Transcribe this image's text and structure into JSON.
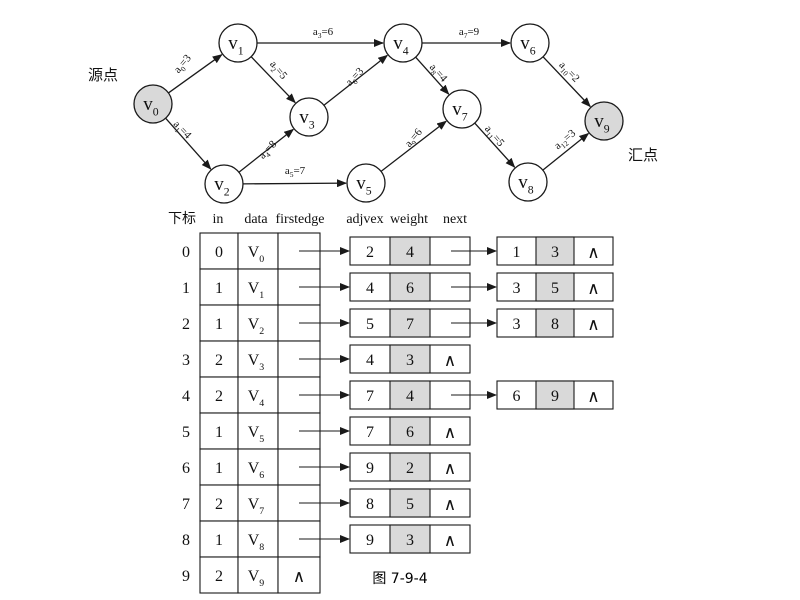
{
  "graph": {
    "source_label": "源点",
    "sink_label": "汇点",
    "vertices": [
      {
        "base": "v",
        "sub": "0",
        "shaded": true
      },
      {
        "base": "v",
        "sub": "1",
        "shaded": false
      },
      {
        "base": "v",
        "sub": "2",
        "shaded": false
      },
      {
        "base": "v",
        "sub": "3",
        "shaded": false
      },
      {
        "base": "v",
        "sub": "4",
        "shaded": false
      },
      {
        "base": "v",
        "sub": "5",
        "shaded": false
      },
      {
        "base": "v",
        "sub": "6",
        "shaded": false
      },
      {
        "base": "v",
        "sub": "7",
        "shaded": false
      },
      {
        "base": "v",
        "sub": "8",
        "shaded": false
      },
      {
        "base": "v",
        "sub": "9",
        "shaded": true
      }
    ],
    "edges": [
      {
        "from": 0,
        "to": 1,
        "name": "a",
        "sub": "0",
        "weight": "3"
      },
      {
        "from": 0,
        "to": 2,
        "name": "a",
        "sub": "1",
        "weight": "4"
      },
      {
        "from": 1,
        "to": 4,
        "name": "a",
        "sub": "3",
        "weight": "6"
      },
      {
        "from": 1,
        "to": 3,
        "name": "a",
        "sub": "2",
        "weight": "5"
      },
      {
        "from": 2,
        "to": 3,
        "name": "a",
        "sub": "4",
        "weight": "8"
      },
      {
        "from": 2,
        "to": 5,
        "name": "a",
        "sub": "5",
        "weight": "7"
      },
      {
        "from": 3,
        "to": 4,
        "name": "a",
        "sub": "6",
        "weight": "3"
      },
      {
        "from": 4,
        "to": 6,
        "name": "a",
        "sub": "7",
        "weight": "9"
      },
      {
        "from": 4,
        "to": 7,
        "name": "a",
        "sub": "8",
        "weight": "4"
      },
      {
        "from": 5,
        "to": 7,
        "name": "a",
        "sub": "9",
        "weight": "6"
      },
      {
        "from": 6,
        "to": 9,
        "name": "a",
        "sub": "10",
        "weight": "2"
      },
      {
        "from": 7,
        "to": 8,
        "name": "a",
        "sub": "11",
        "weight": "5"
      },
      {
        "from": 8,
        "to": 9,
        "name": "a",
        "sub": "12",
        "weight": "3"
      }
    ]
  },
  "table": {
    "headers": [
      "下标",
      "in",
      "data",
      "firstedge",
      "adjvex",
      "weight",
      "next"
    ],
    "null_symbol": "∧",
    "rows": [
      {
        "index": "0",
        "in": "0",
        "data": "V",
        "sub": "0",
        "edges": [
          {
            "adjvex": "2",
            "weight": "4"
          },
          {
            "adjvex": "1",
            "weight": "3"
          }
        ]
      },
      {
        "index": "1",
        "in": "1",
        "data": "V",
        "sub": "1",
        "edges": [
          {
            "adjvex": "4",
            "weight": "6"
          },
          {
            "adjvex": "3",
            "weight": "5"
          }
        ]
      },
      {
        "index": "2",
        "in": "1",
        "data": "V",
        "sub": "2",
        "edges": [
          {
            "adjvex": "5",
            "weight": "7"
          },
          {
            "adjvex": "3",
            "weight": "8"
          }
        ]
      },
      {
        "index": "3",
        "in": "2",
        "data": "V",
        "sub": "3",
        "edges": [
          {
            "adjvex": "4",
            "weight": "3"
          }
        ]
      },
      {
        "index": "4",
        "in": "2",
        "data": "V",
        "sub": "4",
        "edges": [
          {
            "adjvex": "7",
            "weight": "4"
          },
          {
            "adjvex": "6",
            "weight": "9"
          }
        ]
      },
      {
        "index": "5",
        "in": "1",
        "data": "V",
        "sub": "5",
        "edges": [
          {
            "adjvex": "7",
            "weight": "6"
          }
        ]
      },
      {
        "index": "6",
        "in": "1",
        "data": "V",
        "sub": "6",
        "edges": [
          {
            "adjvex": "9",
            "weight": "2"
          }
        ]
      },
      {
        "index": "7",
        "in": "2",
        "data": "V",
        "sub": "7",
        "edges": [
          {
            "adjvex": "8",
            "weight": "5"
          }
        ]
      },
      {
        "index": "8",
        "in": "1",
        "data": "V",
        "sub": "8",
        "edges": [
          {
            "adjvex": "9",
            "weight": "3"
          }
        ]
      },
      {
        "index": "9",
        "in": "2",
        "data": "V",
        "sub": "9",
        "edges": []
      }
    ]
  },
  "caption": "图 7-9-4",
  "colors": {
    "line": "#1a1a1a",
    "shade": "#d9d9d9",
    "text": "#111111",
    "background": "#ffffff"
  }
}
